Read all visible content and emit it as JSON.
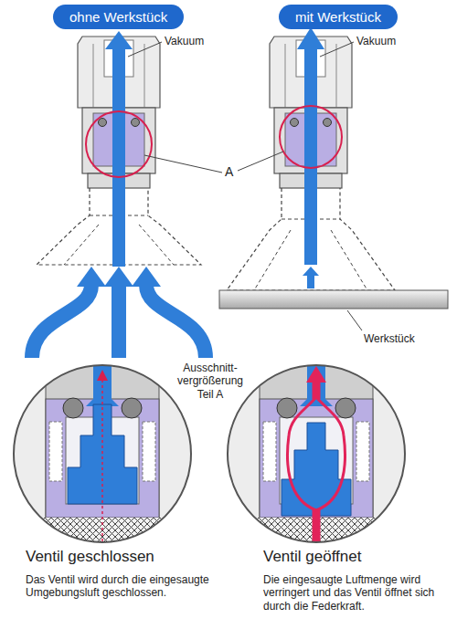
{
  "diagram": {
    "nodes": [
      {
        "text": [
          "ohne Werkstück"
        ]
      },
      {
        "text": [
          "mit Werkstück"
        ]
      }
    ],
    "labels": [
      "Vakuum",
      "Vakuum",
      "A",
      "Werkstück",
      "Ausschnitt- vergrößerung Teil A",
      "Ventil geschlossen",
      "Das Ventil wird durch die eingesaugte Umgebungsluft geschlossen.",
      "Ventil geöffnet",
      "Die eingesaugte Luftmenge wird verringert und das Ventil öffnet sich durch die Federkraft."
    ]
  }
}
